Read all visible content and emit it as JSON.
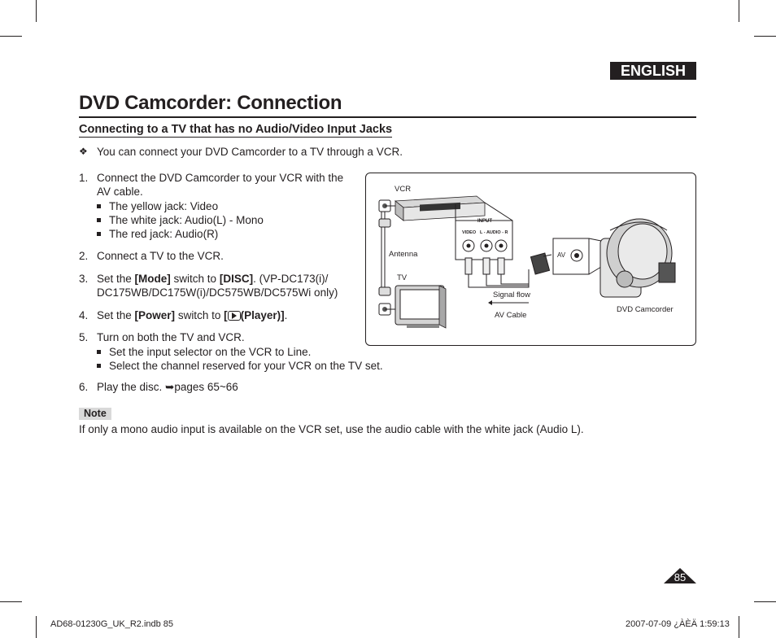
{
  "header": {
    "language_badge": "ENGLISH"
  },
  "page_title": "DVD Camcorder: Connection",
  "section_title": "Connecting to a TV that has no Audio/Video Input Jacks",
  "intro": "You can connect your DVD Camcorder to a TV through a VCR.",
  "steps": [
    {
      "num": "1.",
      "lines": [
        "Connect the DVD Camcorder to your VCR with the",
        "AV cable."
      ],
      "bullets": [
        "The yellow jack: Video",
        "The white jack: Audio(L) - Mono",
        "The red jack: Audio(R)"
      ]
    },
    {
      "num": "2.",
      "text": "Connect a TV to the VCR."
    },
    {
      "num": "3.",
      "pre": "Set the ",
      "b1": "[Mode]",
      "mid": " switch to ",
      "b2": "[DISC]",
      "post": ". (VP-DC173(i)/",
      "line2": "DC175WB/DC175W(i)/DC575WB/DC575Wi only)"
    },
    {
      "num": "4.",
      "pre": "Set the ",
      "b1": "[Power]",
      "mid": " switch to ",
      "b2_open": "[",
      "b2_close": "(Player)]",
      "post": "."
    },
    {
      "num": "5.",
      "text": "Turn on both the TV and VCR.",
      "bullets": [
        "Set the input selector on the VCR to Line.",
        "Select the channel reserved for your VCR on the TV set."
      ]
    },
    {
      "num": "6.",
      "text": "Play the disc. ",
      "ref": "pages 65~66"
    }
  ],
  "note": {
    "label": "Note",
    "text": "If only a mono audio input is available on the VCR set, use the audio cable with the white jack (Audio L)."
  },
  "diagram": {
    "vcr": "VCR",
    "antenna": "Antenna",
    "tv": "TV",
    "input": "INPUT",
    "video": "VIDEO",
    "audio": "L - AUDIO - R",
    "av": "AV",
    "signal_flow": "Signal flow",
    "av_cable": "AV Cable",
    "camcorder": "DVD Camcorder"
  },
  "page_number": "85",
  "footer": {
    "left": "AD68-01230G_UK_R2.indb   85",
    "right": "2007-07-09   ¿ÀÈÄ 1:59:13"
  }
}
